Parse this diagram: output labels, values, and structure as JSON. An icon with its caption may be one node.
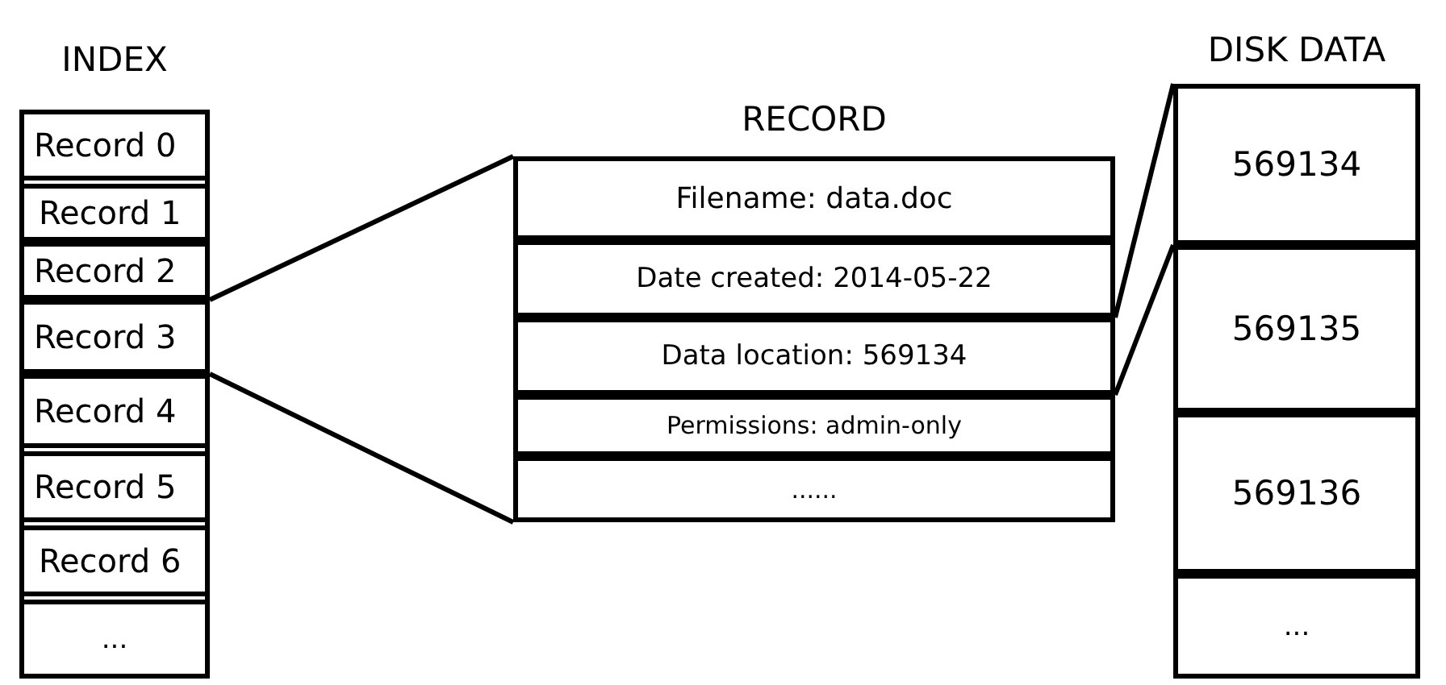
{
  "diagram": {
    "nodes": [
      {
        "text": [
          "INDEX"
        ]
      },
      {
        "text": [
          "Record 0"
        ],
        "in": 0
      },
      {
        "text": [
          "Record 1"
        ],
        "in": 0
      },
      {
        "text": [
          "Record 2"
        ],
        "in": 0
      },
      {
        "text": [
          "Record 3"
        ],
        "in": 0
      },
      {
        "text": [
          "Record 4"
        ],
        "in": 0
      },
      {
        "text": [
          "Record 5"
        ],
        "in": 0
      },
      {
        "text": [
          "Record 6"
        ],
        "in": 0
      },
      {
        "text": [
          "..."
        ],
        "in": 0
      },
      {
        "text": [
          "RECORD"
        ]
      },
      {
        "text": [
          "Filename: data.doc"
        ],
        "in": 9
      },
      {
        "text": [
          "Date created: 2014-05-22"
        ],
        "in": 9
      },
      {
        "text": [
          "Data location: 569134"
        ],
        "in": 9
      },
      {
        "text": [
          "Permissions: admin-only"
        ],
        "in": 9
      },
      {
        "text": [
          "......"
        ],
        "in": 9
      },
      {
        "text": [
          "DISK DATA"
        ]
      },
      {
        "text": [
          "569134"
        ],
        "in": 15
      },
      {
        "text": [
          "569135"
        ],
        "in": 15
      },
      {
        "text": [
          "569136"
        ],
        "in": 15
      },
      {
        "text": [
          "..."
        ],
        "in": 15
      }
    ],
    "edges": [
      {
        "from": 4,
        "to": 9,
        "arrow": "none"
      },
      {
        "from": 4,
        "to": 9,
        "arrow": "none"
      },
      {
        "from": 12,
        "to": 16,
        "arrow": "none"
      },
      {
        "from": 12,
        "to": 16,
        "arrow": "none"
      }
    ]
  }
}
